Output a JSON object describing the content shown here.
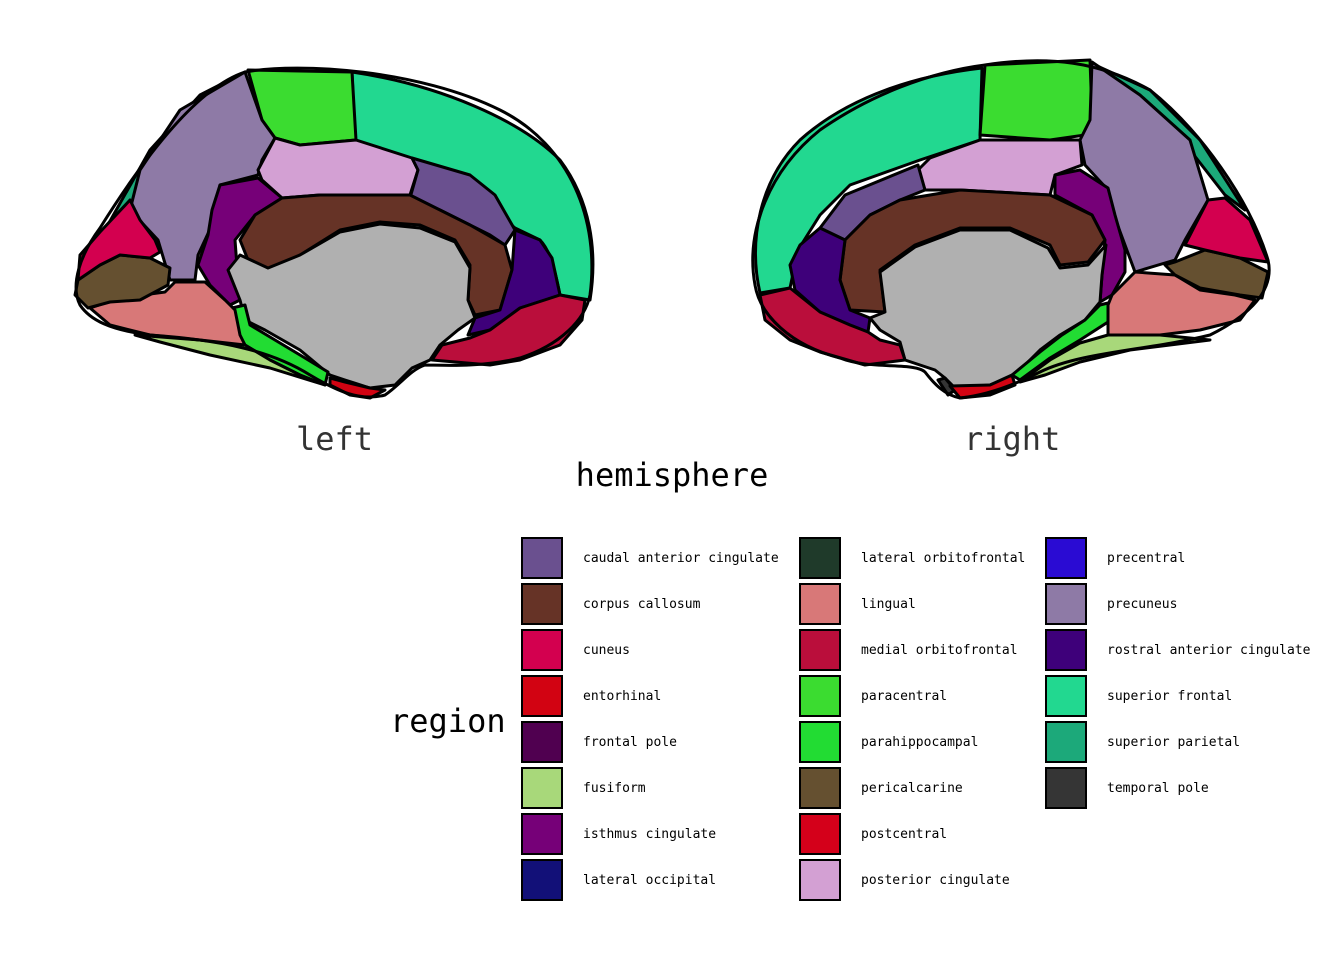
{
  "facets": {
    "left": "left",
    "right": "right"
  },
  "axis_title": "hemisphere",
  "legend": {
    "title": "region",
    "items": [
      {
        "label": "caudal anterior cingulate",
        "color": "#6A508F"
      },
      {
        "label": "corpus callosum",
        "color": "#663326"
      },
      {
        "label": "cuneus",
        "color": "#D3004F"
      },
      {
        "label": "entorhinal",
        "color": "#D20312"
      },
      {
        "label": "frontal pole",
        "color": "#500050"
      },
      {
        "label": "fusiform",
        "color": "#A8D87A"
      },
      {
        "label": "isthmus cingulate",
        "color": "#760078"
      },
      {
        "label": "lateral occipital",
        "color": "#121078"
      },
      {
        "label": "lateral orbitofrontal",
        "color": "#1F3A2A"
      },
      {
        "label": "lingual",
        "color": "#D87878"
      },
      {
        "label": "medial orbitofrontal",
        "color": "#BA0E3B"
      },
      {
        "label": "paracentral",
        "color": "#3BDC30"
      },
      {
        "label": "parahippocampal",
        "color": "#22DC33"
      },
      {
        "label": "pericalcarine",
        "color": "#655030"
      },
      {
        "label": "postcentral",
        "color": "#D4001A"
      },
      {
        "label": "posterior cingulate",
        "color": "#D3A0D3"
      },
      {
        "label": "precentral",
        "color": "#2A0BD3"
      },
      {
        "label": "precuneus",
        "color": "#8E7AA6"
      },
      {
        "label": "rostral anterior cingulate",
        "color": "#3E007A"
      },
      {
        "label": "superior frontal",
        "color": "#22D890"
      },
      {
        "label": "superior parietal",
        "color": "#1CA97A"
      },
      {
        "label": "temporal pole",
        "color": "#353535"
      }
    ]
  },
  "colors": {
    "medial_wall": "#B0B0B0",
    "outline": "#000000"
  }
}
